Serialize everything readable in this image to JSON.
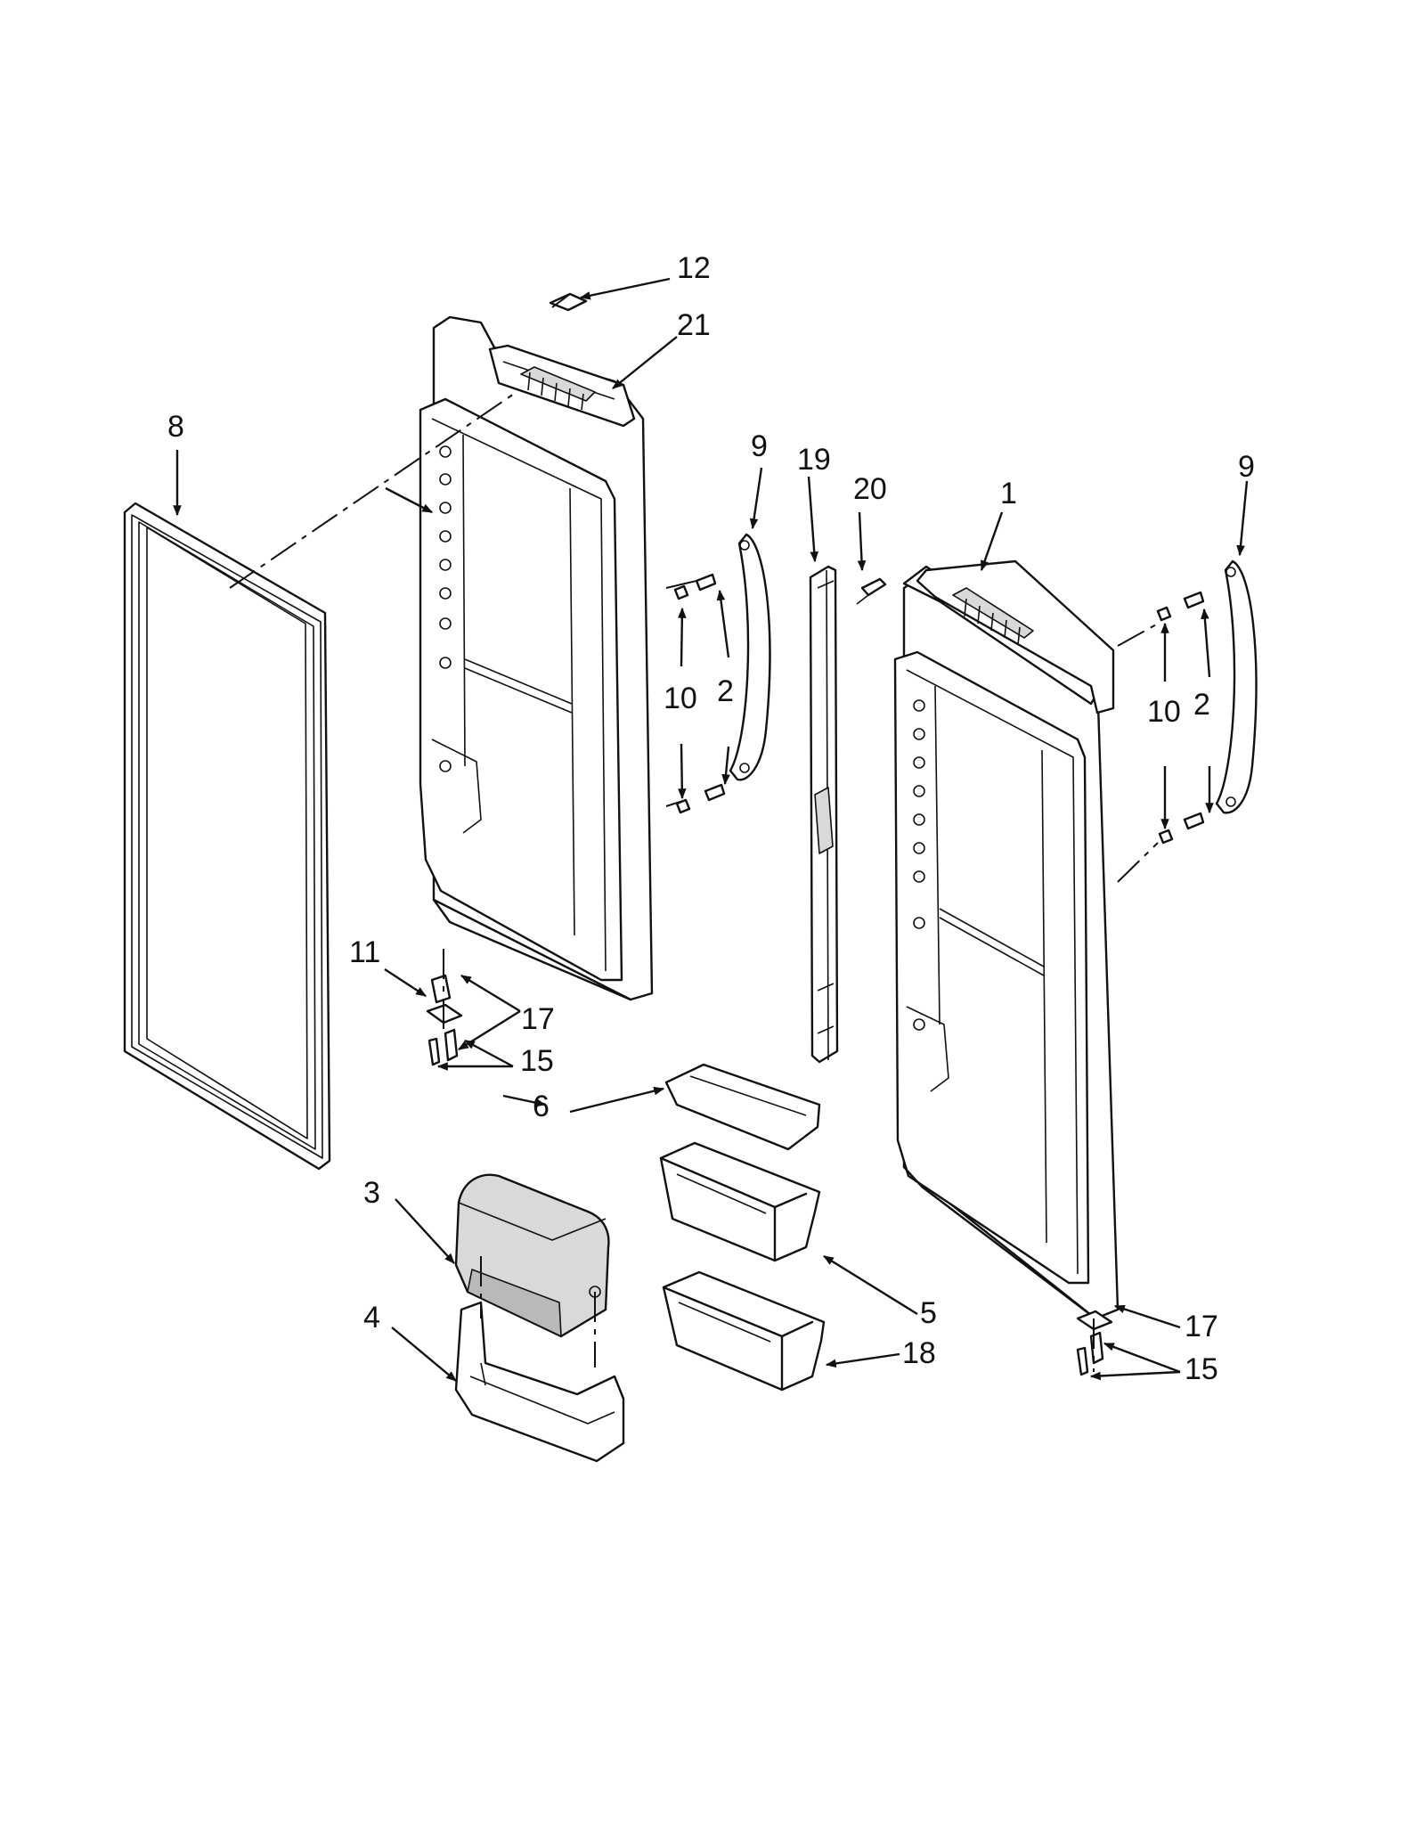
{
  "callouts": {
    "c1": "1",
    "c2a": "2",
    "c2b": "2",
    "c3": "3",
    "c4": "4",
    "c5": "5",
    "c6": "6",
    "c8": "8",
    "c9a": "9",
    "c9b": "9",
    "c10a": "10",
    "c10b": "10",
    "c11": "11",
    "c12": "12",
    "c15a": "15",
    "c15b": "15",
    "c17a": "17",
    "c17b": "17",
    "c18": "18",
    "c19": "19",
    "c20": "20",
    "c21": "21"
  }
}
